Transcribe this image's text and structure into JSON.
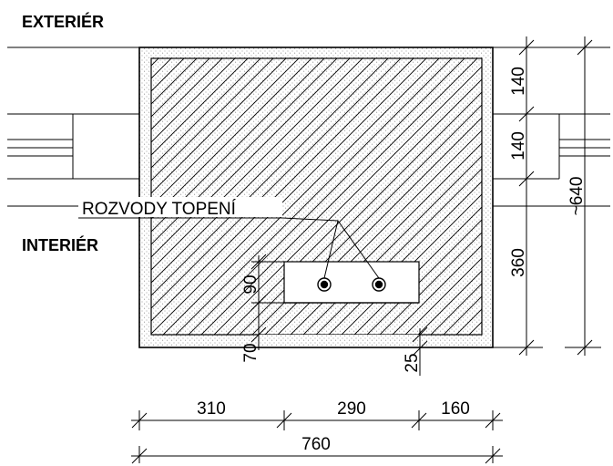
{
  "labels": {
    "exterior": "EXTERIÉR",
    "interior": "INTERIÉR",
    "callout": "ROZVODY TOPENÍ"
  },
  "dimensions": {
    "right_top": "140",
    "right_mid": "140",
    "right_bottom": "360",
    "overall_height": "~640",
    "niche_height": "90",
    "niche_base": "70",
    "niche_gap": "25",
    "width_left": "310",
    "width_mid": "290",
    "width_right": "160",
    "overall_width": "760"
  },
  "colors": {
    "line": "#000000",
    "stipple": "#8a8a8a",
    "background": "#ffffff"
  }
}
